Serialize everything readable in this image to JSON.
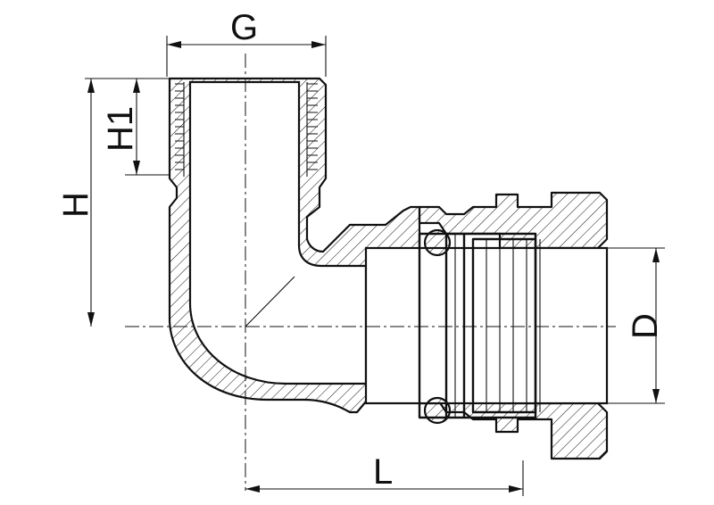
{
  "drawing": {
    "colors": {
      "line": "#111111",
      "background": "#ffffff"
    },
    "dimensions": {
      "G": "G",
      "H1": "H1",
      "H": "H",
      "D": "D",
      "L": "L"
    }
  }
}
